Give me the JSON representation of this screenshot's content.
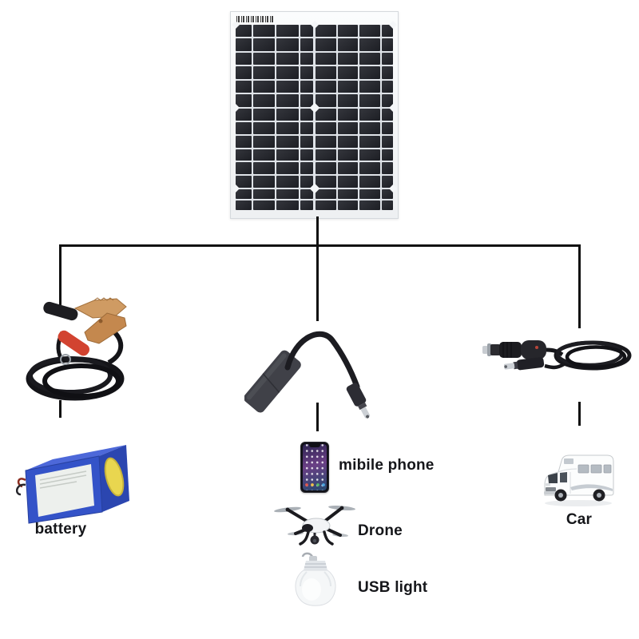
{
  "devices": {
    "battery": {
      "label": "battery",
      "icon": "battery-pack-icon"
    },
    "mobile_phone": {
      "label": "mibile phone",
      "icon": "smartphone-icon"
    },
    "drone": {
      "label": "Drone",
      "icon": "drone-icon"
    },
    "usb_light": {
      "label": "USB light",
      "icon": "usb-bulb-icon"
    },
    "car": {
      "label": "Car",
      "icon": "rv-camper-icon"
    }
  },
  "connectors": {
    "root": "solar-panel",
    "left": "battery-clamps-cable",
    "center": "dc-adapter-cable",
    "right": "car-charger-cable"
  },
  "colors": {
    "line": "#101010",
    "text": "#15161a",
    "background": "#ffffff",
    "panel_cell": "#23252c",
    "panel_frame": "#f5f6f8",
    "battery_blue": "#3453c8",
    "battery_cap_yellow": "#e9d64f",
    "clip_copper": "#cf9b63",
    "clip_red_handle": "#d24330"
  },
  "solar_panel": {
    "sections": [
      {
        "rows": 6,
        "grow": 45
      },
      {
        "rows": 6,
        "grow": 43.5
      },
      {
        "rows": 2,
        "grow": 11.5
      }
    ],
    "diamond_rows_pct": [
      0,
      45,
      88.5
    ]
  }
}
